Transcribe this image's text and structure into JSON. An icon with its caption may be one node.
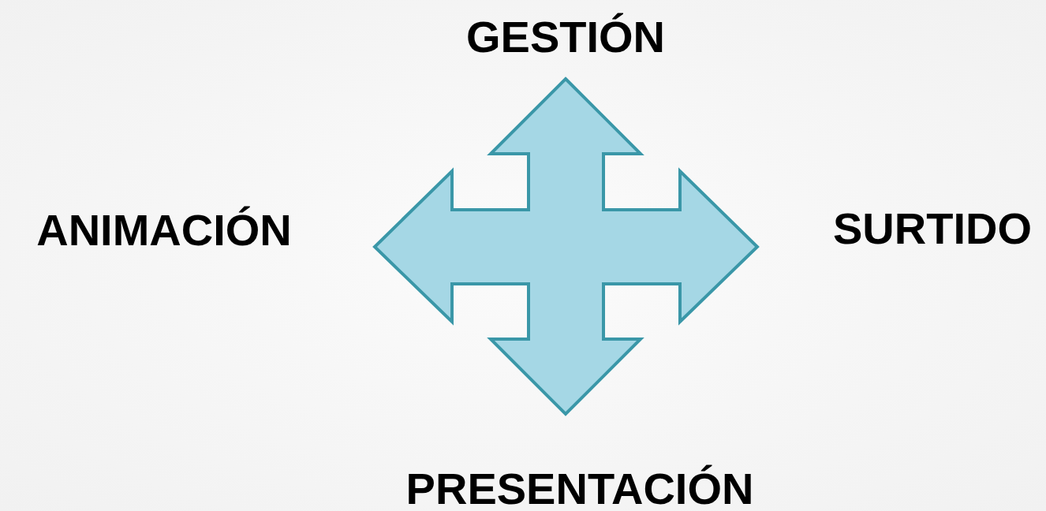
{
  "diagram": {
    "labels": [
      "GESTIÓN",
      "ANIMACIÓN",
      "SURTIDO",
      "PRESENTACIÓN"
    ]
  }
}
